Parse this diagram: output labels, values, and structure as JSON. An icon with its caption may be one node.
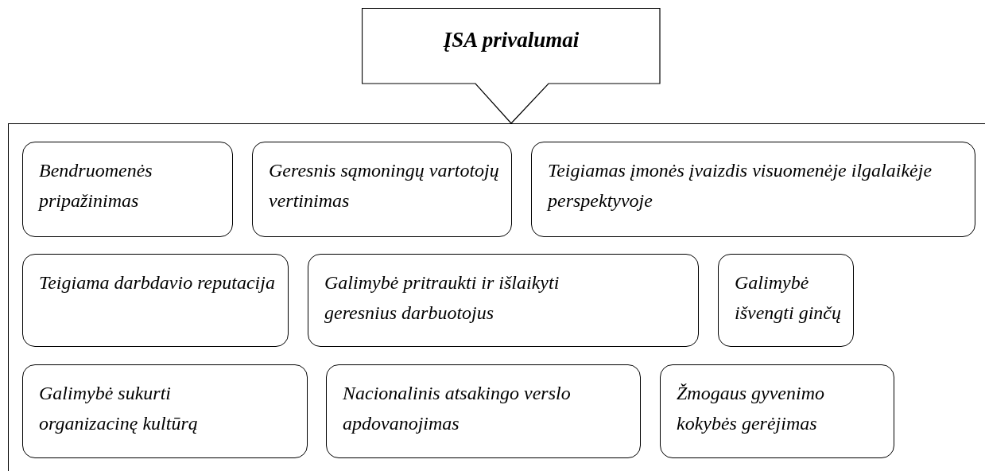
{
  "diagram": {
    "nodes": [
      {
        "text": [
          "ĮSA privalumai"
        ]
      },
      {
        "text": [],
        "shape": "box"
      },
      {
        "text": [
          "Bendruomenės pripažinimas"
        ],
        "in": 1
      },
      {
        "text": [
          "Geresnis sąmoningų vartotojų vertinimas"
        ],
        "in": 1
      },
      {
        "text": [
          "Teigiamas įmonės įvaizdis visuomenėje ilgalaikėje perspektyvoje"
        ],
        "in": 1
      },
      {
        "text": [
          "Teigiama darbdavio reputacija"
        ],
        "in": 1
      },
      {
        "text": [
          "Galimybė pritraukti ir išlaikyti geresnius darbuotojus"
        ],
        "in": 1
      },
      {
        "text": [
          "Galimybė išvengti ginčų"
        ],
        "in": 1
      },
      {
        "text": [
          "Galimybė sukurti organizacinę kultūrą"
        ],
        "in": 1
      },
      {
        "text": [
          "Nacionalinis atsakingo verslo apdovanojimas"
        ],
        "in": 1
      },
      {
        "text": [
          "Žmogaus gyvenimo kokybės gerėjimas"
        ],
        "in": 1
      }
    ]
  }
}
